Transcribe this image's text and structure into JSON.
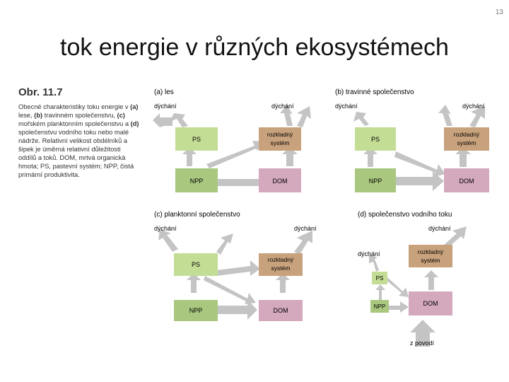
{
  "slide_number": "13",
  "title": "tok energie v různých ekosystémech",
  "caption": {
    "heading": "Obr. 11.7",
    "parts": [
      {
        "t": "Obecné charakteristiky toku energie v ",
        "b": false
      },
      {
        "t": "(a)",
        "b": true
      },
      {
        "t": " lese, ",
        "b": false
      },
      {
        "t": "(b)",
        "b": true
      },
      {
        "t": " travinném společenstvu, ",
        "b": false
      },
      {
        "t": "(c)",
        "b": true
      },
      {
        "t": " mořském planktonním společenstvu a ",
        "b": false
      },
      {
        "t": "(d)",
        "b": true
      },
      {
        "t": " společenstvu vodního toku nebo malé nádrže. Relativní velikost obdélníků a šipek je úměrná relativní důležitosti oddílů a toků. DOM, mrtvá organická hmota; PS, pastevní systém; NPP, čistá primární produktivita.",
        "b": false
      }
    ]
  },
  "diagrams": {
    "a": {
      "label": "(a) les",
      "resp_left": "dýchání",
      "resp_right": "dýchání",
      "ps": "PS",
      "rs": "rozkladný systém",
      "npp": "NPP",
      "dom": "DOM"
    },
    "b": {
      "label": "(b) travinné společenstvo",
      "resp_left": "dýchání",
      "resp_right": "dýchání",
      "ps": "PS",
      "rs": "rozkladný systém",
      "npp": "NPP",
      "dom": "DOM"
    },
    "c": {
      "label": "(c) planktonní společenstvo",
      "resp_left": "dýchání",
      "resp_right": "dýchání",
      "ps": "PS",
      "rs": "rozkladný systém",
      "npp": "NPP",
      "dom": "DOM"
    },
    "d": {
      "label": "(d) společenstvo vodního toku",
      "resp_top": "dýchání",
      "resp_side": "dýchání",
      "ps": "PS",
      "rs": "rozkladný systém",
      "npp": "NPP",
      "dom": "DOM",
      "input": "z povodí"
    }
  },
  "colors": {
    "ps": "#c4dd95",
    "npp": "#a9c77e",
    "rs": "#c8a27c",
    "dom": "#d4a8bd",
    "arrow": "#c4c4c4"
  }
}
